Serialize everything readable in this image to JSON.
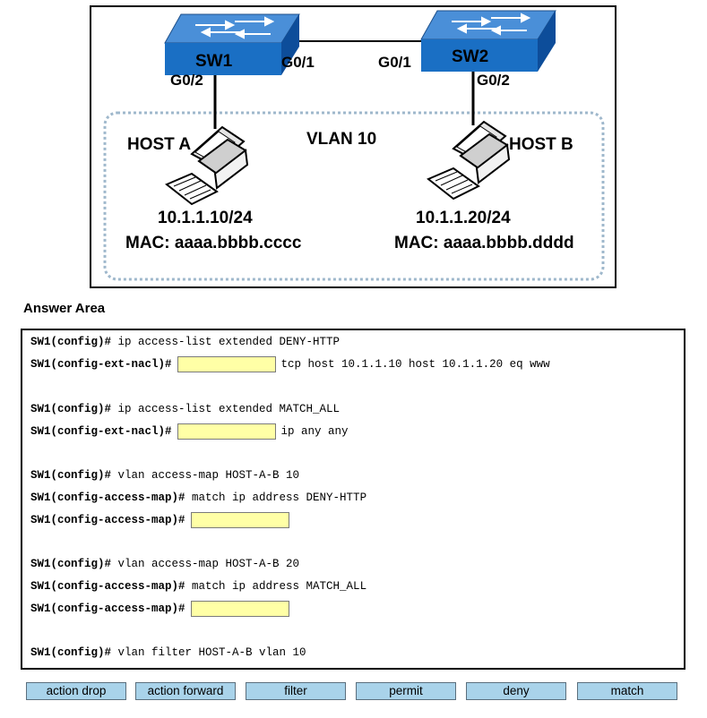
{
  "topology": {
    "switches": [
      {
        "name": "SW1"
      },
      {
        "name": "SW2"
      }
    ],
    "ports": {
      "sw1_uplink": "G0/1",
      "sw2_uplink": "G0/1",
      "sw1_access": "G0/2",
      "sw2_access": "G0/2"
    },
    "vlan_label": "VLAN 10",
    "hosts": [
      {
        "name": "HOST A",
        "ip": "10.1.1.10/24",
        "mac": "MAC: aaaa.bbbb.cccc"
      },
      {
        "name": "HOST B",
        "ip": "10.1.1.20/24",
        "mac": "MAC: aaaa.bbbb.dddd"
      }
    ],
    "colors": {
      "switch_blue": "#1a6fc4",
      "vlan_border": "#9fb8cc"
    }
  },
  "answer_area": {
    "title": "Answer Area",
    "lines": [
      {
        "prompt": "SW1(config)#",
        "before": "",
        "slot": false,
        "after": " ip access-list extended DENY-HTTP"
      },
      {
        "prompt": "SW1(config-ext-nacl)#",
        "slot": true,
        "after": "tcp host 10.1.1.10 host 10.1.1.20 eq www"
      },
      {
        "prompt": "SW1(config)#",
        "slot": false,
        "after": " ip access-list extended MATCH_ALL"
      },
      {
        "prompt": "SW1(config-ext-nacl)#",
        "slot": true,
        "after": "ip any any"
      },
      {
        "prompt": "SW1(config)#",
        "slot": false,
        "after": " vlan access-map HOST-A-B 10"
      },
      {
        "prompt": "SW1(config-access-map)#",
        "slot": false,
        "after": " match ip address DENY-HTTP"
      },
      {
        "prompt": "SW1(config-access-map)#",
        "slot": true,
        "after": ""
      },
      {
        "prompt": "SW1(config)#",
        "slot": false,
        "after": " vlan access-map HOST-A-B 20"
      },
      {
        "prompt": "SW1(config-access-map)#",
        "slot": false,
        "after": " match ip address MATCH_ALL"
      },
      {
        "prompt": "SW1(config-access-map)#",
        "slot": true,
        "after": ""
      },
      {
        "prompt": "SW1(config)#",
        "slot": false,
        "after": " vlan filter HOST-A-B vlan 10"
      }
    ]
  },
  "options": [
    "action drop",
    "action forward",
    "filter",
    "permit",
    "deny",
    "match"
  ],
  "colors": {
    "slot_fill": "#ffffa6",
    "option_fill": "#a9d3ea"
  }
}
